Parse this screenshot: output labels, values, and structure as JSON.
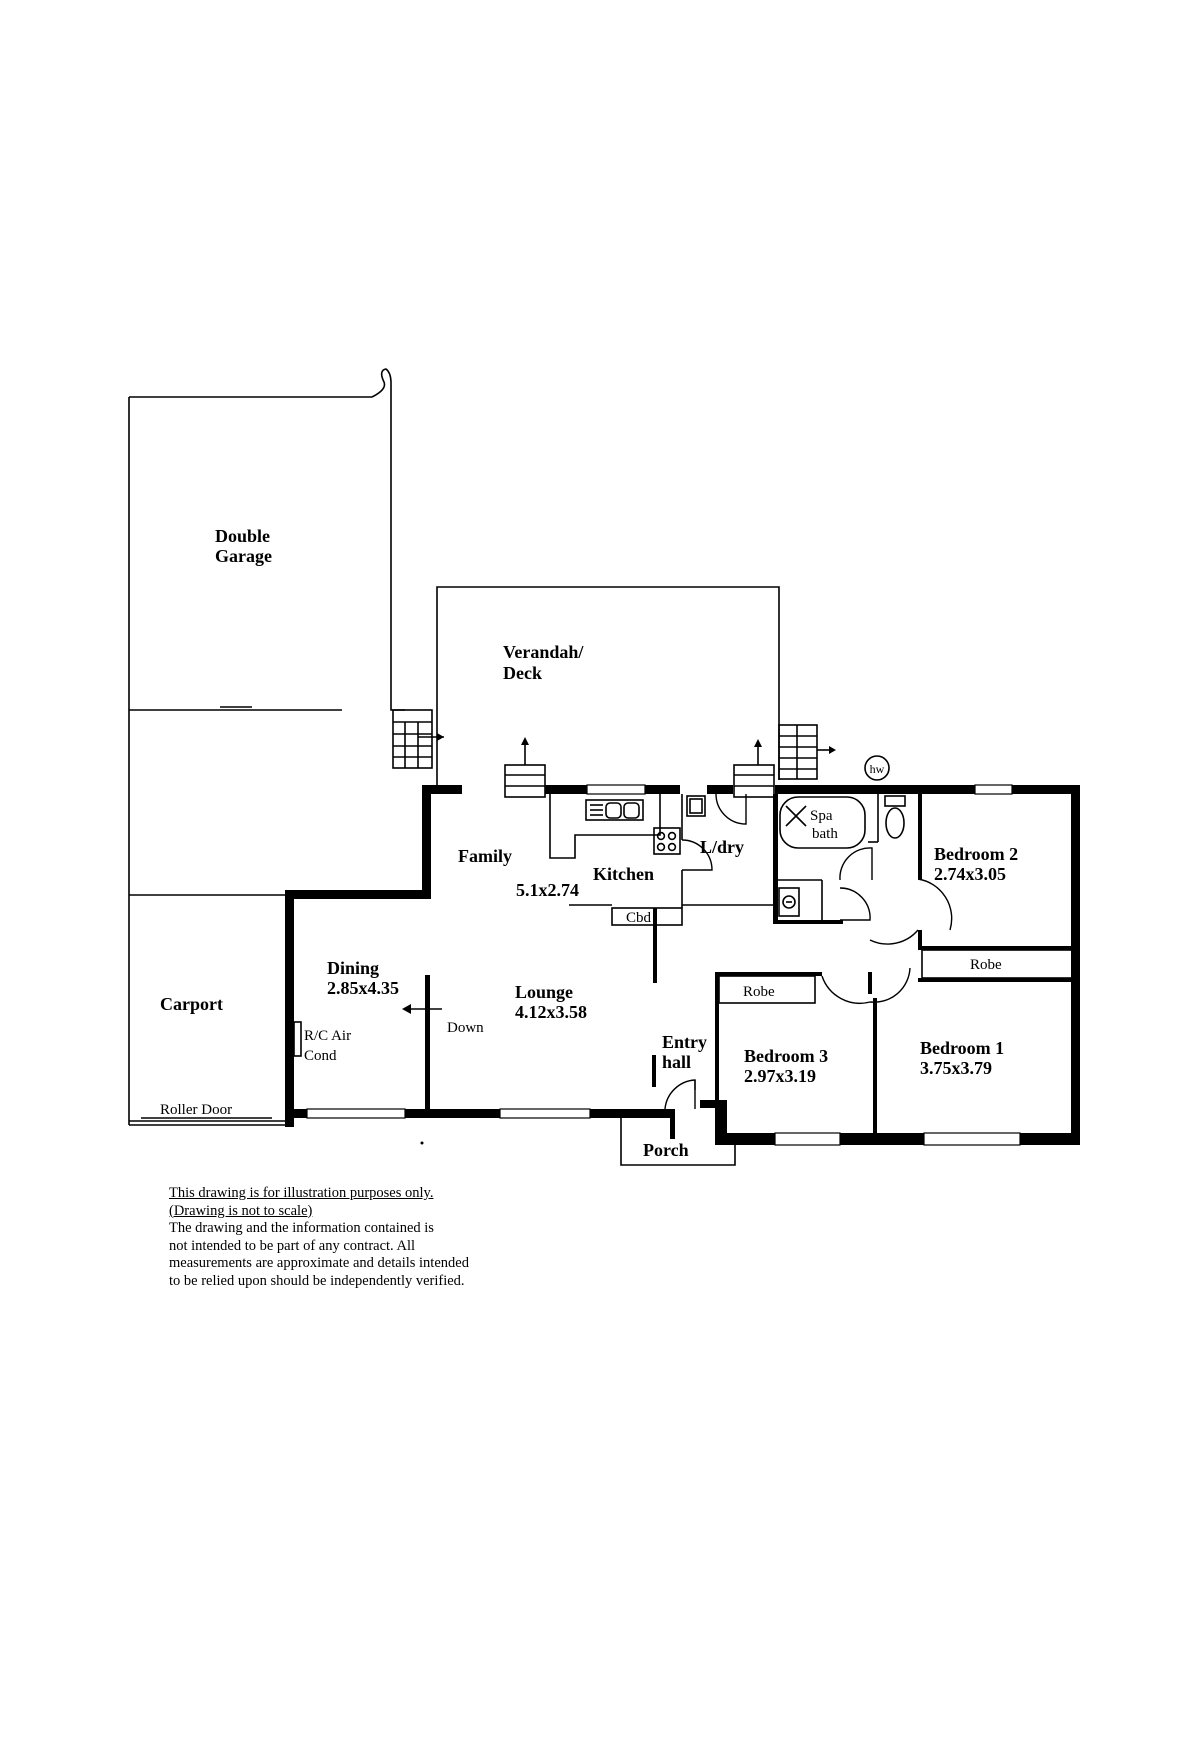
{
  "rooms": {
    "double_garage": {
      "line1": "Double",
      "line2": "Garage"
    },
    "verandah": {
      "line1": "Verandah/",
      "line2": "Deck"
    },
    "family": {
      "name": "Family",
      "dims": "5.1x2.74"
    },
    "kitchen": {
      "name": "Kitchen"
    },
    "laundry": {
      "name": "L/dry"
    },
    "cupboard": {
      "name": "Cbd"
    },
    "spa": {
      "line1": "Spa",
      "line2": "bath"
    },
    "hot_water": {
      "name": "hw"
    },
    "bedroom2": {
      "name": "Bedroom 2",
      "dims": "2.74x3.05"
    },
    "robe_bed1": {
      "name": "Robe"
    },
    "robe_bed3": {
      "name": "Robe"
    },
    "dining": {
      "name": "Dining",
      "dims": "2.85x4.35"
    },
    "lounge": {
      "name": "Lounge",
      "dims": "4.12x3.58"
    },
    "down": {
      "name": "Down"
    },
    "carport": {
      "name": "Carport"
    },
    "aircon": {
      "line1": "R/C Air",
      "line2": "Cond"
    },
    "roller_door": {
      "name": "Roller Door"
    },
    "entry_hall": {
      "line1": "Entry",
      "line2": "hall"
    },
    "bedroom3": {
      "name": "Bedroom 3",
      "dims": "2.97x3.19"
    },
    "bedroom1": {
      "name": "Bedroom 1",
      "dims": "3.75x3.79"
    },
    "porch": {
      "name": "Porch"
    }
  },
  "disclaimer": {
    "line1": "This drawing is for illustration purposes only.",
    "line2": "(Drawing is not to scale)",
    "line3": "The drawing and the information contained is",
    "line4": "not intended to be part of any contract.  All",
    "line5": "measurements are approximate and details intended",
    "line6": "to be relied upon should be independently verified."
  }
}
